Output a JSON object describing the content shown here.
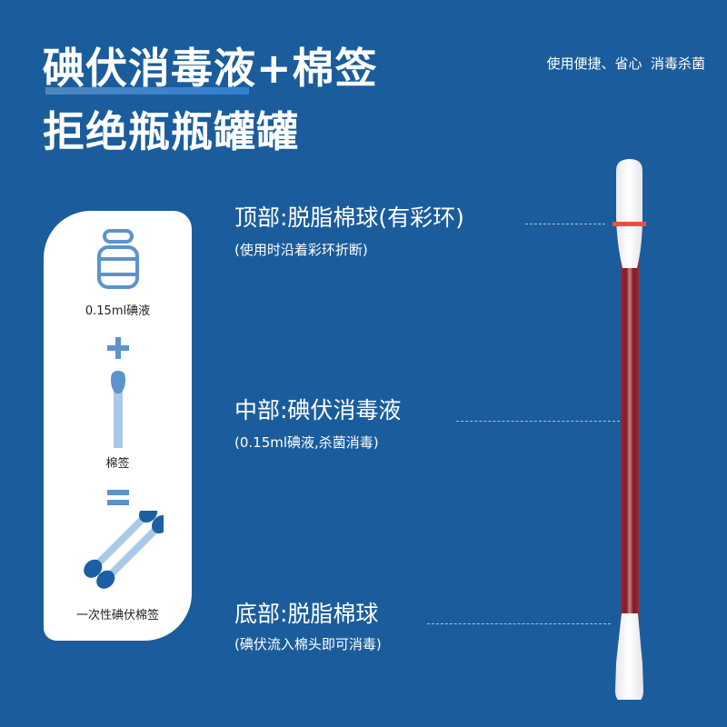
{
  "header": {
    "title_line1": "碘伏消毒液+棉签",
    "title_line2": "拒绝瓶瓶罐罐",
    "tagline": "使用便捷、省心  消毒杀菌"
  },
  "panel": {
    "items": [
      {
        "icon": "bottle-icon",
        "label": "0.15ml碘液"
      },
      {
        "icon": "plus-icon",
        "label": "+"
      },
      {
        "icon": "cotton-swab-icon",
        "label": "棉签"
      },
      {
        "icon": "equals-icon",
        "label": "="
      },
      {
        "icon": "iodine-swabs-icon",
        "label": "一次性碘伏棉签"
      }
    ]
  },
  "annotations": {
    "top": {
      "title": "顶部:脱脂棉球(有彩环)",
      "subtitle": "(使用时沿着彩环折断)"
    },
    "middle": {
      "title": "中部:碘伏消毒液",
      "subtitle": "(0.15ml碘液,杀菌消毒)"
    },
    "bottom": {
      "title": "底部:脱脂棉球",
      "subtitle": "(碘伏流入棉头即可消毒)"
    }
  },
  "colors": {
    "background": "#1b5d9c",
    "icon_blue": "#5b93cc",
    "icon_dark": "#1d5fa3",
    "swab_stick_light": "#a9c9e8",
    "iodine_red": "#8c1c24",
    "ring_red": "#e8503f"
  }
}
